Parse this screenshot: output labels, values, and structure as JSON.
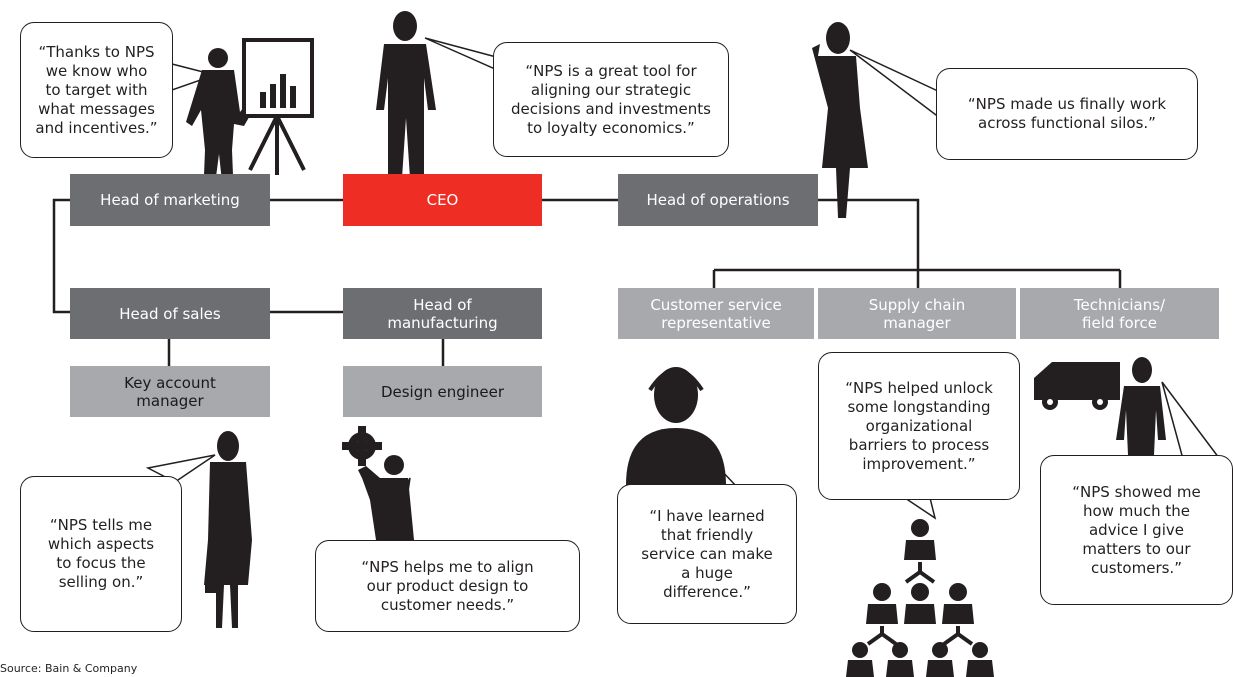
{
  "roles": {
    "head_marketing": "Head of marketing",
    "ceo": "CEO",
    "head_operations": "Head of operations",
    "head_sales": "Head of sales",
    "head_manufacturing": "Head of\nmanufacturing",
    "key_account": "Key account\nmanager",
    "design_engineer": "Design engineer",
    "customer_service": "Customer service\nrepresentative",
    "supply_chain": "Supply chain\nmanager",
    "technicians": "Technicians/\nfield force"
  },
  "quotes": {
    "marketing": "“Thanks to NPS\nwe know who\nto target with\nwhat messages\nand incentives.”",
    "ceo": "“NPS is a great tool for\naligning our strategic\ndecisions and investments\nto loyalty economics.”",
    "operations": "“NPS made us finally work\nacross functional silos.”",
    "key_account": "“NPS tells me\nwhich aspects\nto focus the\nselling on.”",
    "design_engineer": "“NPS helps me to align\nour product design to\ncustomer needs.”",
    "customer_service": "“I have learned\nthat friendly\nservice can make\na huge\ndifference.”",
    "supply_chain": "“NPS helped unlock\nsome longstanding\norganizational\nbarriers to process\nimprovement.”",
    "technicians": "“NPS showed me\nhow much the\nadvice I give\nmatters to our\ncustomers.”"
  },
  "source": "Source: Bain & Company",
  "colors": {
    "ceo": "#ee2d24",
    "dark_box": "#6d6e71",
    "light_box": "#a7a9ac",
    "ink": "#231f20"
  },
  "icons": [
    "presentation-man-icon",
    "ceo-man-icon",
    "phone-woman-icon",
    "businesswoman-icon",
    "gear-engineer-icon",
    "headset-agent-icon",
    "team-pyramid-icon",
    "van-icon",
    "technician-icon"
  ]
}
